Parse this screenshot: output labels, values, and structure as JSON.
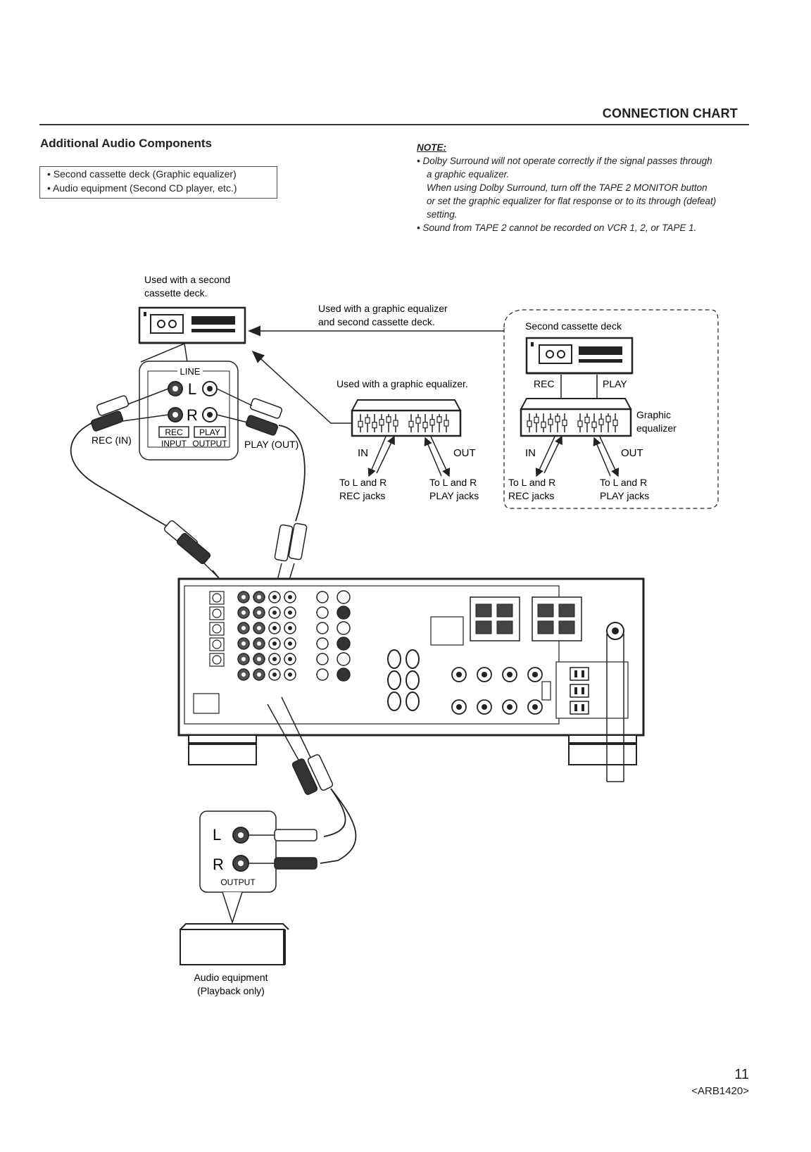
{
  "header": {
    "title": "CONNECTION CHART"
  },
  "section": {
    "title": "Additional Audio Components",
    "bullets": [
      "• Second cassette deck (Graphic equalizer)",
      "• Audio equipment (Second CD player, etc.)"
    ]
  },
  "note": {
    "heading": "NOTE:",
    "lines": [
      "• Dolby Surround will not operate correctly if the signal passes through",
      "a graphic equalizer.",
      "When using Dolby Surround, turn off the TAPE 2 MONITOR button",
      "or set the graphic equalizer for flat response or to its through (defeat)",
      "setting.",
      "• Sound from TAPE 2 cannot be recorded on VCR 1, 2, or TAPE 1."
    ]
  },
  "diagram": {
    "used_with_second_deck": [
      "Used with a second",
      "cassette deck."
    ],
    "used_with_eq_and_deck": [
      "Used with a graphic equalizer",
      "and second cassette deck."
    ],
    "used_with_eq": "Used with a graphic equalizer.",
    "line": "LINE",
    "l": "L",
    "r": "R",
    "rec": "REC",
    "play": "PLAY",
    "input": "INPUT",
    "output": "OUTPUT",
    "rec_in": "REC (IN)",
    "play_out": "PLAY (OUT)",
    "in": "IN",
    "out": "OUT",
    "to_rec_jacks": [
      "To L and R",
      "REC jacks"
    ],
    "to_play_jacks": [
      "To L and R",
      "PLAY jacks"
    ],
    "second_cassette_deck": "Second cassette deck",
    "graphic_equalizer": [
      "Graphic",
      "equalizer"
    ],
    "cd_output": "OUTPUT",
    "audio_equipment": [
      "Audio equipment",
      "(Playback only)"
    ]
  },
  "footer": {
    "page_number": "11",
    "doc_code": "<ARB1420>"
  }
}
